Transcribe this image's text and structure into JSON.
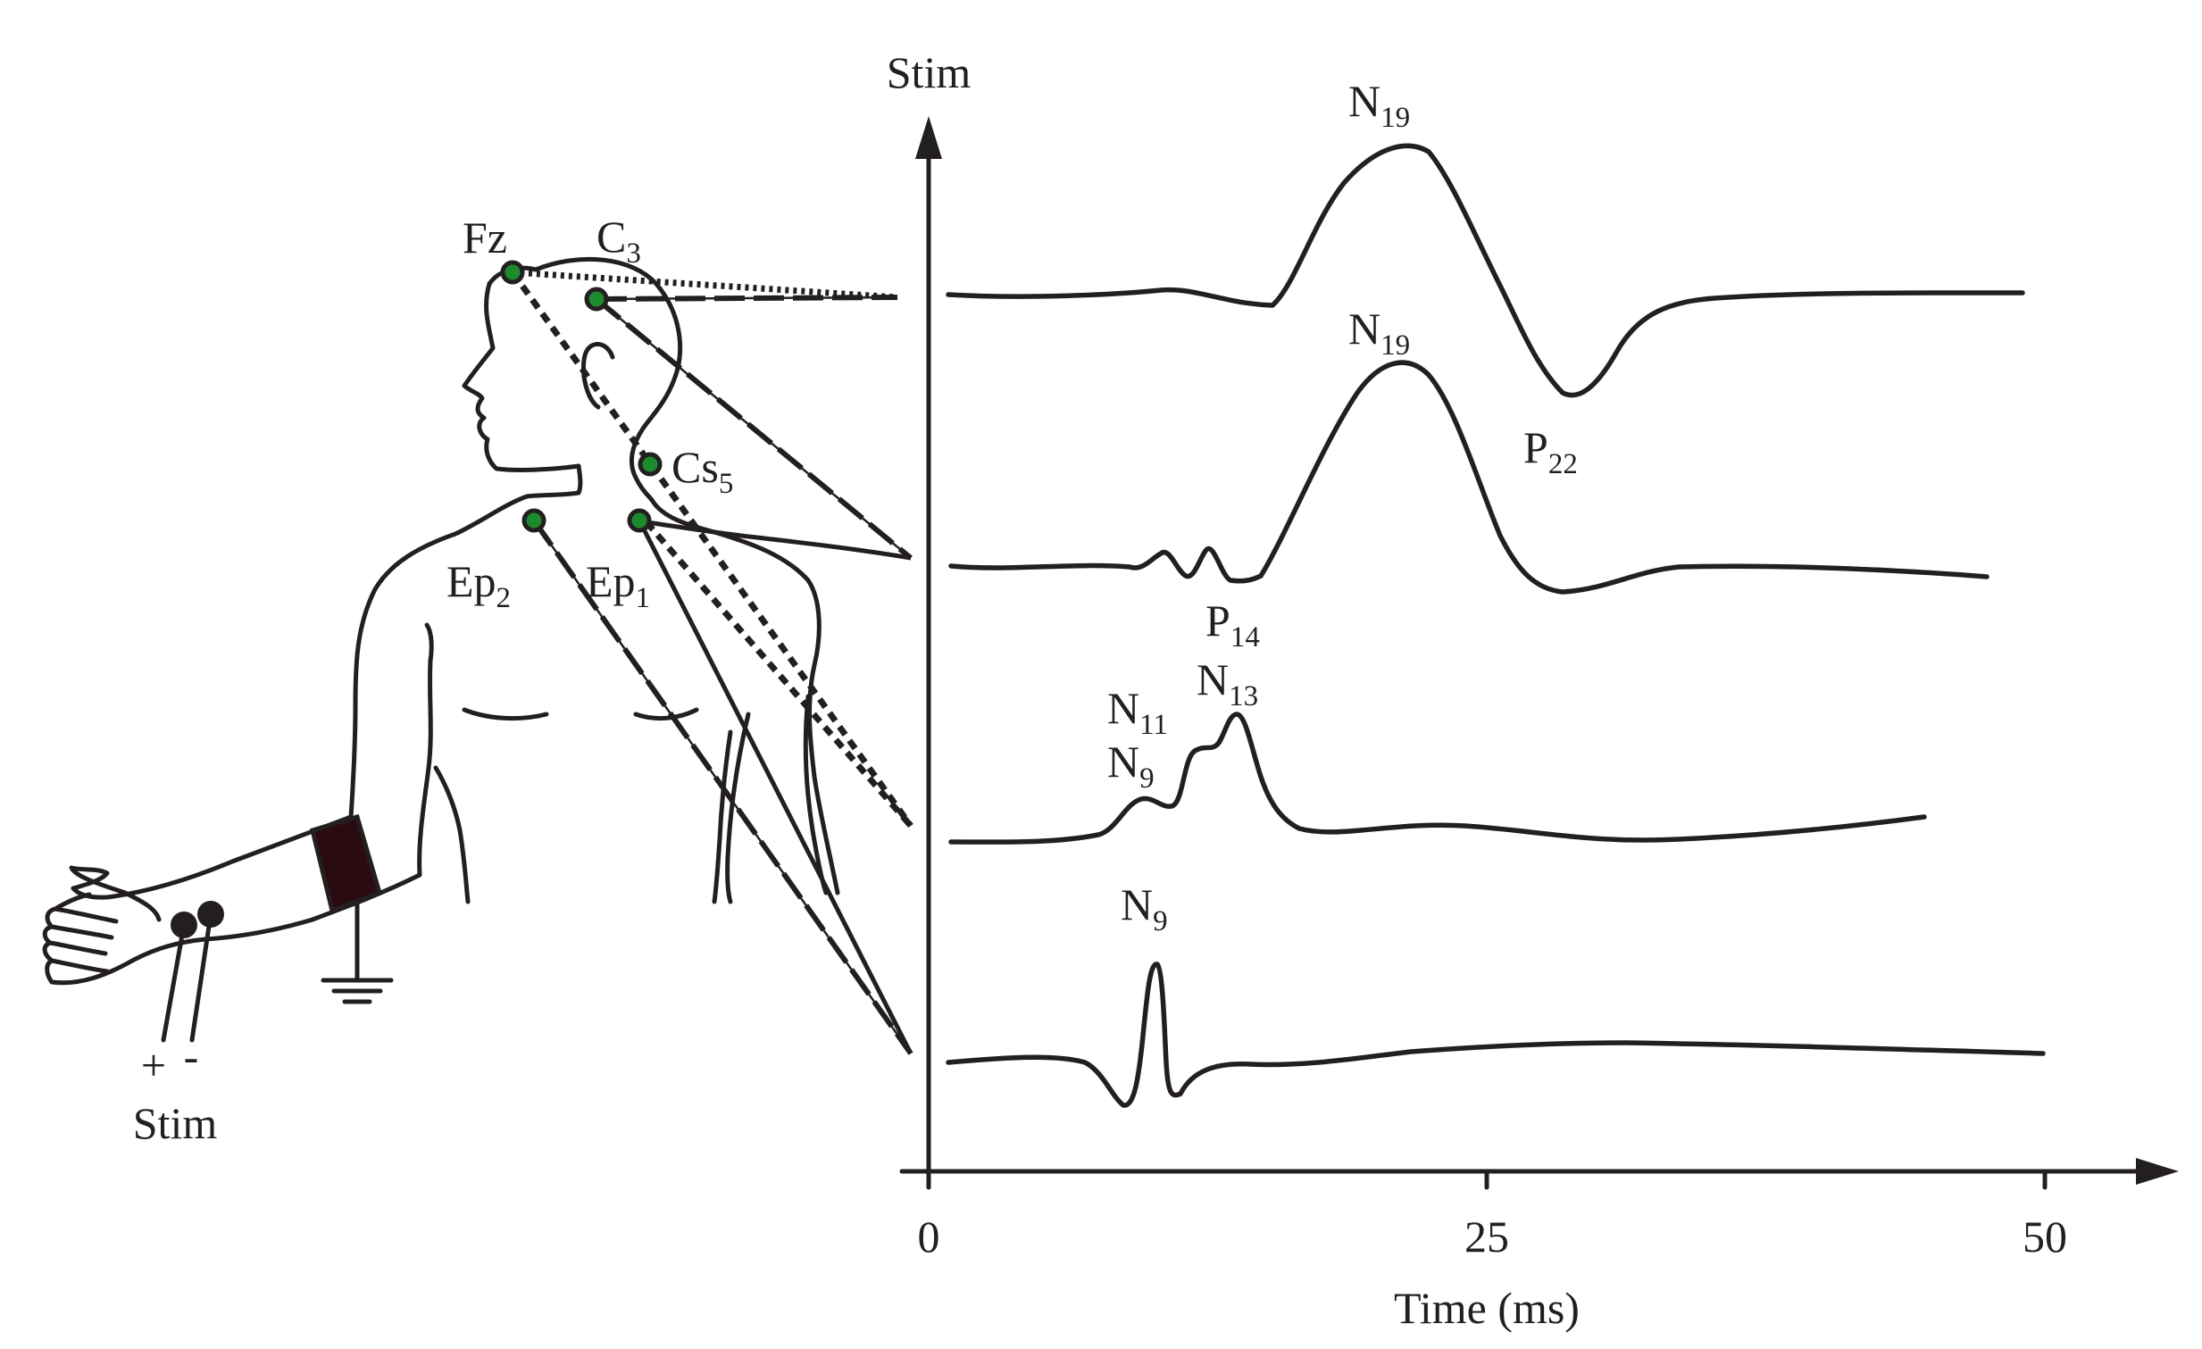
{
  "electrodes": {
    "fz": "Fz",
    "c3": {
      "base": "C",
      "sub": "3"
    },
    "cs5": {
      "base": "Cs",
      "sub": "5"
    },
    "ep1": {
      "base": "Ep",
      "sub": "1"
    },
    "ep2": {
      "base": "Ep",
      "sub": "2"
    }
  },
  "stimulus": {
    "plus": "+",
    "minus": "-",
    "label": "Stim"
  },
  "axes": {
    "y_label": "Stim",
    "x_label": "Time (ms)",
    "x_ticks": [
      "0",
      "25",
      "50"
    ]
  },
  "peaks": {
    "t1_n19": {
      "base": "N",
      "sub": "19"
    },
    "t1_p22": {
      "base": "P",
      "sub": "22"
    },
    "t2_n19": {
      "base": "N",
      "sub": "19"
    },
    "t2_p14": {
      "base": "P",
      "sub": "14"
    },
    "t3_n13": {
      "base": "N",
      "sub": "13"
    },
    "t3_n11": {
      "base": "N",
      "sub": "11"
    },
    "t3_n9": {
      "base": "N",
      "sub": "9"
    },
    "t4_n9": {
      "base": "N",
      "sub": "9"
    }
  },
  "colors": {
    "ink": "#231f20",
    "electrode": "#1e8a2e",
    "cuff": "#2a0c10"
  }
}
